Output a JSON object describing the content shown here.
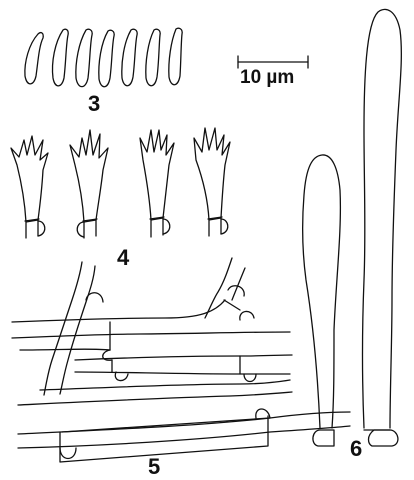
{
  "figure_labels": {
    "spores": "3",
    "basidia": "4",
    "hyphae": "5",
    "cystidia": "6"
  },
  "scale_bar": {
    "label": "10 µm"
  }
}
